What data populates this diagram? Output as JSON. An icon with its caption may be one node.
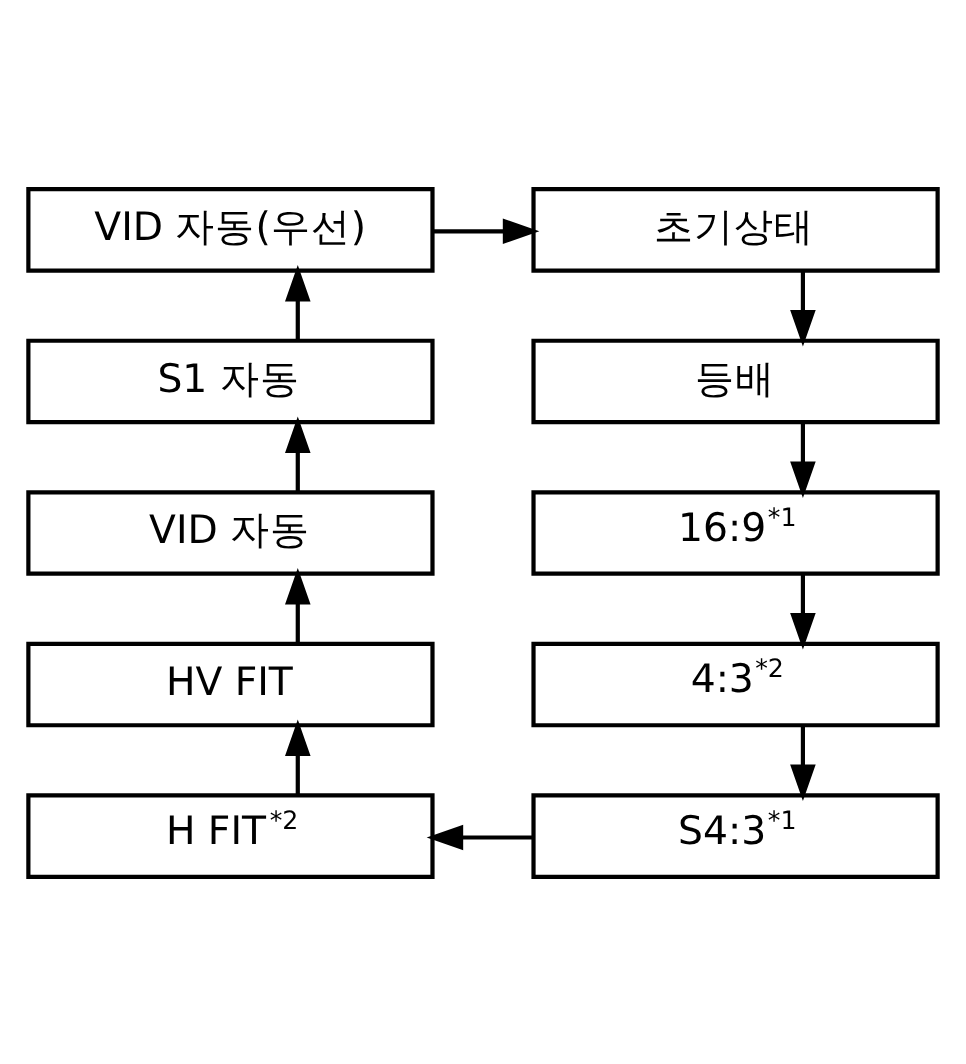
{
  "diagram": {
    "nodes": [
      {
        "text": [
          "VID 자동(우선)"
        ]
      },
      {
        "text": [
          "초기상태"
        ]
      },
      {
        "text": [
          "S1 자동"
        ]
      },
      {
        "text": [
          "등배"
        ]
      },
      {
        "text": [
          "VID 자동"
        ]
      },
      {
        "text": [
          "16:9$^{*1}$"
        ]
      },
      {
        "text": [
          "HV FIT"
        ]
      },
      {
        "text": [
          "4:3$^{*2}$"
        ]
      },
      {
        "text": [
          "H FIT$^{*2}$"
        ]
      },
      {
        "text": [
          "S4:3$^{*1}$"
        ]
      }
    ],
    "edges": [
      {
        "from": 0,
        "to": 1,
        "arrow": "to"
      },
      {
        "from": 1,
        "to": 3,
        "arrow": "to"
      },
      {
        "from": 3,
        "to": 5,
        "arrow": "to"
      },
      {
        "from": 5,
        "to": 7,
        "arrow": "to"
      },
      {
        "from": 7,
        "to": 9,
        "arrow": "to"
      },
      {
        "from": 9,
        "to": 8,
        "arrow": "to"
      },
      {
        "from": 8,
        "to": 6,
        "arrow": "to"
      },
      {
        "from": 6,
        "to": 4,
        "arrow": "to"
      },
      {
        "from": 4,
        "to": 2,
        "arrow": "to"
      },
      {
        "from": 2,
        "to": 0,
        "arrow": "to"
      }
    ]
  }
}
